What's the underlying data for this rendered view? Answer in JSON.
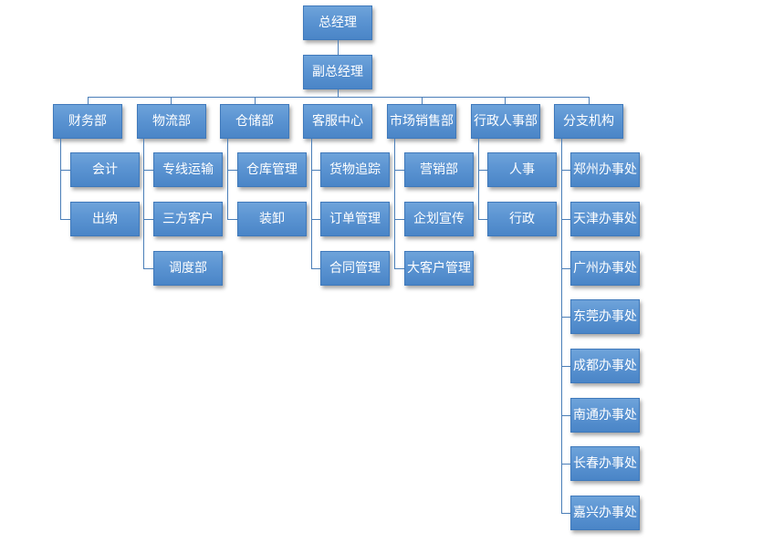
{
  "chart": {
    "root": {
      "label": "总经理"
    },
    "deputy": {
      "label": "副总经理"
    },
    "departments": [
      {
        "label": "财务部",
        "children": [
          "会计",
          "出纳"
        ]
      },
      {
        "label": "物流部",
        "children": [
          "专线运输",
          "三方客户",
          "调度部"
        ]
      },
      {
        "label": "仓储部",
        "children": [
          "仓库管理",
          "装卸"
        ]
      },
      {
        "label": "客服中心",
        "children": [
          "货物追踪",
          "订单管理",
          "合同管理"
        ]
      },
      {
        "label": "市场销售部",
        "children": [
          "营销部",
          "企划宣传",
          "大客户管理"
        ]
      },
      {
        "label": "行政人事部",
        "children": [
          "人事",
          "行政"
        ]
      },
      {
        "label": "分支机构",
        "children": [
          "郑州办事处",
          "天津办事处",
          "广州办事处",
          "东莞办事处",
          "成都办事处",
          "南通办事处",
          "长春办事处",
          "嘉兴办事处"
        ]
      }
    ]
  },
  "colors": {
    "node_top": "#6ea3da",
    "node_bottom": "#4a85c7",
    "node_border": "#3f79bb",
    "connector": "#4a7eb8",
    "text": "#ffffff"
  }
}
